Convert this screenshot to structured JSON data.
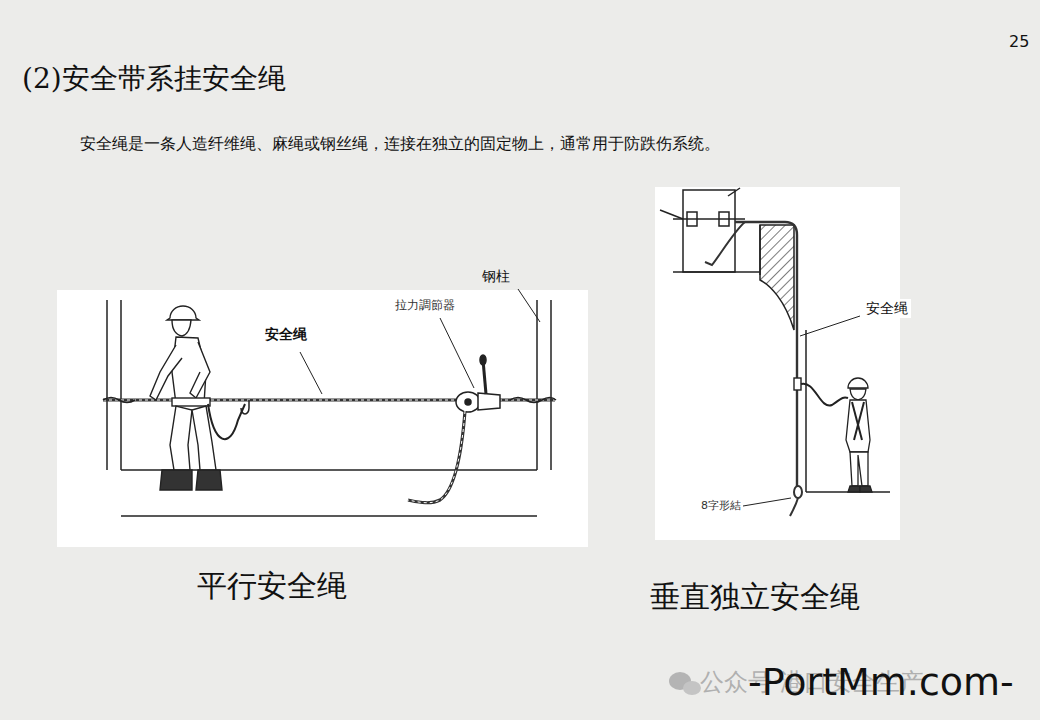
{
  "diagram": {
    "title": "(2)安全带系挂安全绳",
    "nodes": [
      {
        "text": [
          "安全绳",
          "拉力調節器",
          "钢柱",
          "平行安全绳"
        ]
      },
      {
        "text": [
          "安全绳",
          "8字形結",
          "垂直独立安全绳"
        ]
      }
    ],
    "labels": [
      "25",
      "安全绳是一条人造纤维绳、麻绳或钢丝绳，连接在独立的固定物上，通常用于防跌伤系统。",
      "公众号·港口安全生产",
      "-PortMm.com-"
    ]
  }
}
